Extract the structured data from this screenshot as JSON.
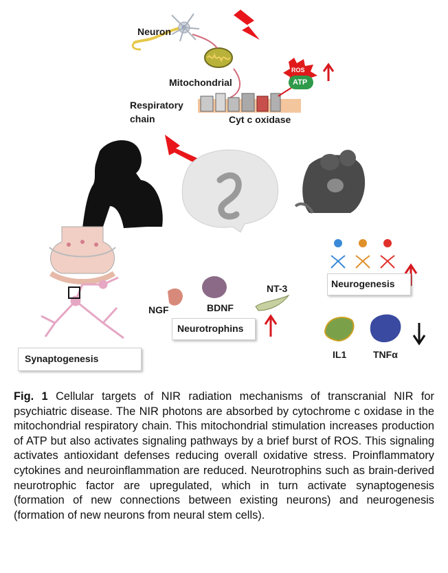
{
  "figure": {
    "labels": {
      "neuron": "Neuron",
      "mitochondrial": "Mitochondrial",
      "respiratory_chain": "Respiratory\nchain",
      "cyt_c_oxidase": "Cyt c oxidase",
      "ros": "ROS",
      "atp": "ATP",
      "neurogenesis": "Neurogenesis",
      "ngf": "NGF",
      "bdnf": "BDNF",
      "nt3": "NT-3",
      "neurotrophins": "Neurotrophins",
      "il1": "IL1",
      "tnfa": "TNFα",
      "synaptogenesis": "Synaptogenesis"
    },
    "colors": {
      "lightning": "#e8161b",
      "arrow_up": "#d71920",
      "mito": "#b8b23a",
      "ros": "#e01a1a",
      "atp": "#2e9a4a"
    }
  },
  "caption": {
    "label": "Fig. 1",
    "text": "Cellular targets of NIR radiation mechanisms of transcranial NIR for psychiatric disease. The NIR photons are absorbed by cytochrome c oxidase in the mitochondrial respiratory chain. This mitochondrial stimulation increases production of ATP but also activates signaling pathways by a brief burst of ROS. This signaling activates antioxidant defenses reducing overall oxidative stress. Proinflammatory cytokines and neuroinflammation are reduced. Neurotrophins such as brain-derived neurotrophic factor are upregulated, which in turn activate synaptogenesis (formation of new connections between existing neurons) and neurogenesis (formation of new neurons from neural stem cells)."
  }
}
